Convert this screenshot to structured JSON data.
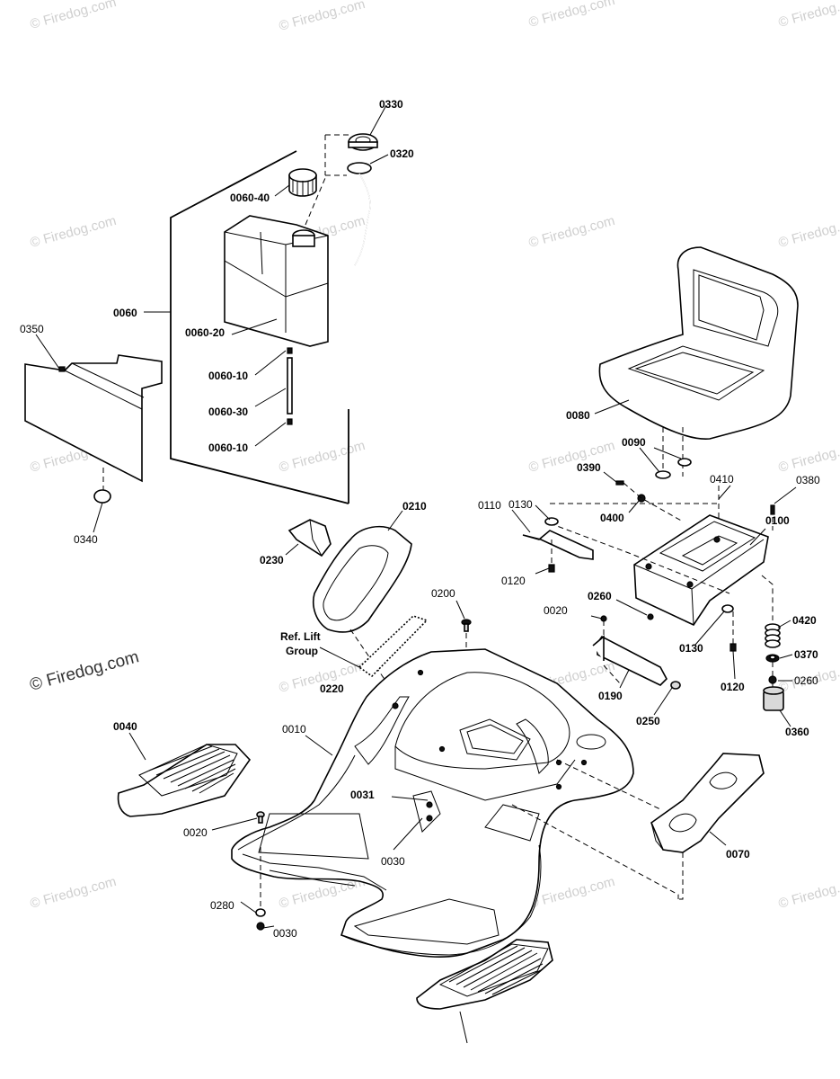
{
  "watermark": {
    "text": "© Firedog.com",
    "prominent_text": "© Firedog.com"
  },
  "labels": {
    "p0330": "0330",
    "p0320": "0320",
    "p0060_40": "0060-40",
    "p0060": "0060",
    "p0060_20": "0060-20",
    "p0060_10a": "0060-10",
    "p0060_30": "0060-30",
    "p0060_10b": "0060-10",
    "p0350": "0350",
    "p0340": "0340",
    "p0080": "0080",
    "p0090": "0090",
    "p0390": "0390",
    "p0400": "0400",
    "p0410": "0410",
    "p0380": "0380",
    "p0130a": "0130",
    "p0110": "0110",
    "p0100": "0100",
    "p0120a": "0120",
    "p0210": "0210",
    "p0230": "0230",
    "p0200": "0200",
    "p0260a": "0260",
    "p0020a": "0020",
    "p0130b": "0130",
    "p0420": "0420",
    "p0370": "0370",
    "p0260b": "0260",
    "ref_lift_1": "Ref. Lift",
    "ref_lift_2": "Group",
    "p0220": "0220",
    "p0190": "0190",
    "p0120b": "0120",
    "p0250": "0250",
    "p0360": "0360",
    "p0040": "0040",
    "p0010": "0010",
    "p0031": "0031",
    "p0070": "0070",
    "p0020b": "0020",
    "p0030a": "0030",
    "p0280": "0280",
    "p0030b": "0030"
  }
}
